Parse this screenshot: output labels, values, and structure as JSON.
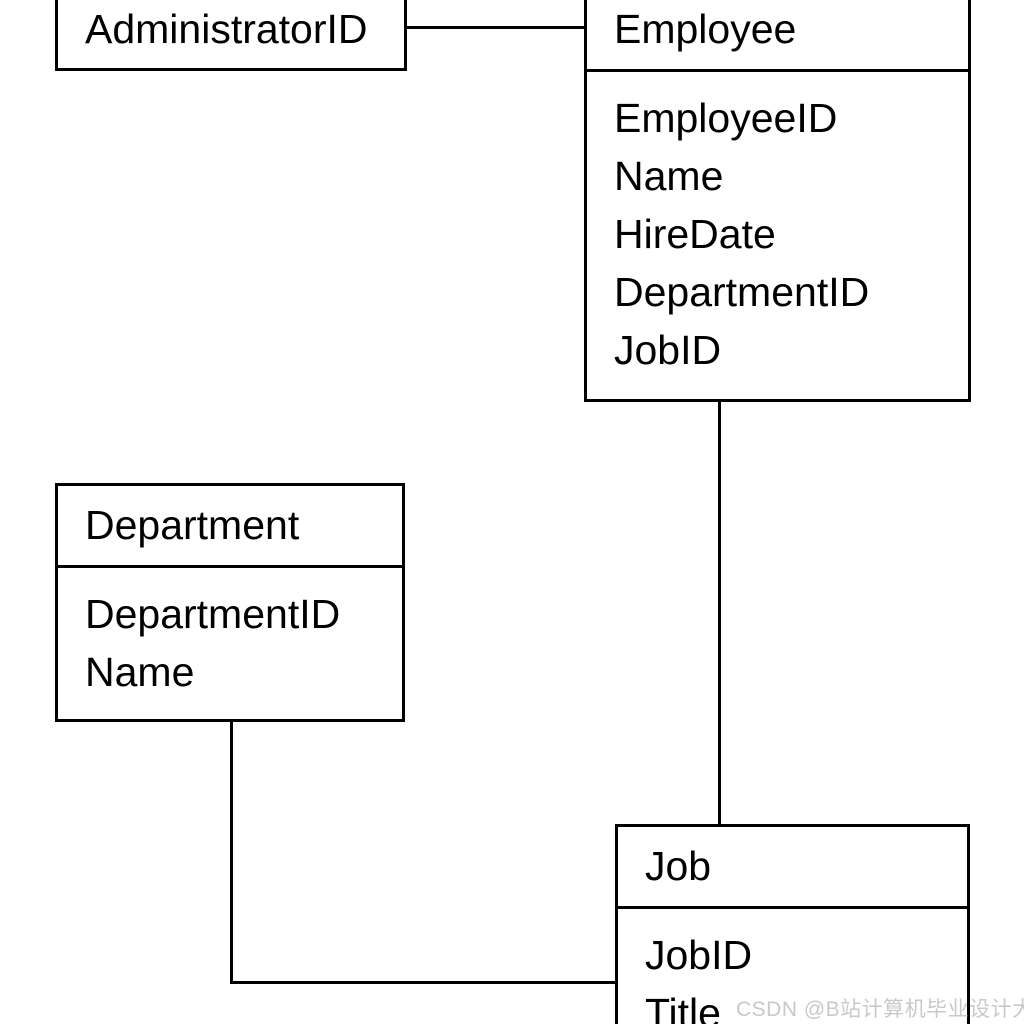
{
  "diagram": {
    "type": "er-class-diagram",
    "entities": [
      {
        "name": "AdministratorID",
        "fields": []
      },
      {
        "name": "Employee",
        "fields": [
          "EmployeeID",
          "Name",
          "HireDate",
          "DepartmentID",
          "JobID"
        ]
      },
      {
        "name": "Department",
        "fields": [
          "DepartmentID",
          "Name"
        ]
      },
      {
        "name": "Job",
        "fields": [
          "JobID",
          "Title"
        ]
      }
    ],
    "relationships": [
      {
        "from": "AdministratorID",
        "to": "Employee"
      },
      {
        "from": "Employee",
        "to": "Job"
      },
      {
        "from": "Department",
        "to": "Job"
      }
    ]
  },
  "watermark": {
    "text": "CSDN @B站计算机毕业设计大学"
  },
  "colors": {
    "line": "#000000",
    "text": "#000000",
    "background": "#ffffff",
    "watermark": "#c9c9c9"
  }
}
